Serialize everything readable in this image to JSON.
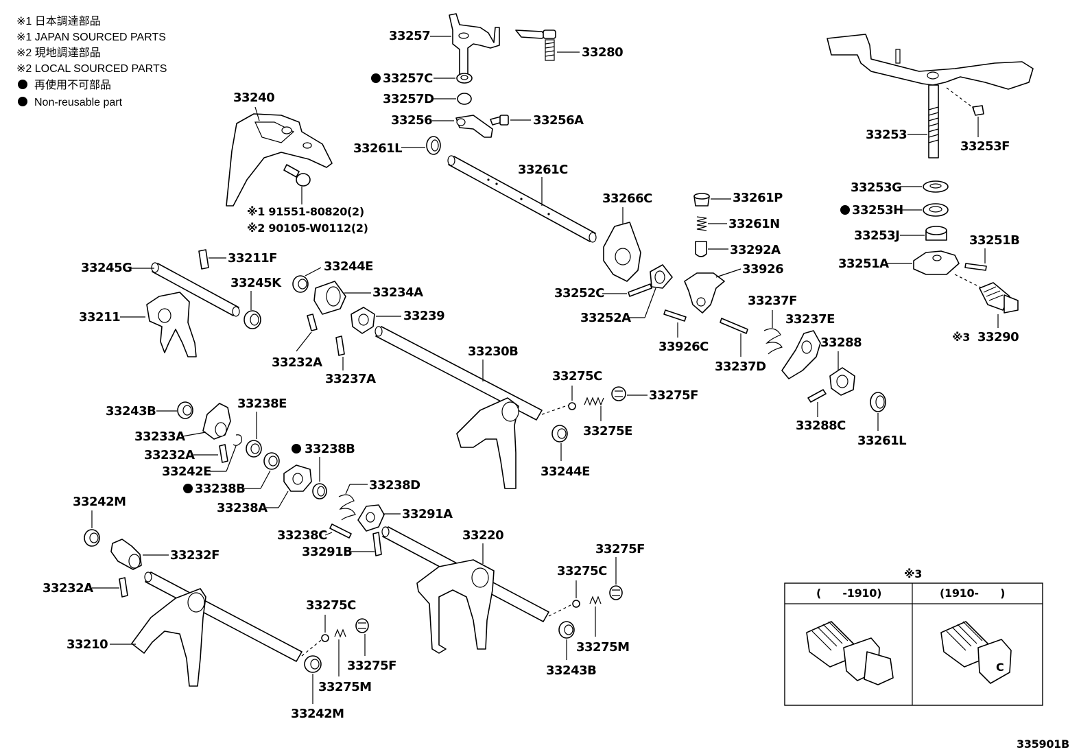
{
  "legend": {
    "line1": "※1 日本調達部品",
    "line2": "※1 JAPAN SOURCED PARTS",
    "line3": "※2 現地調達部品",
    "line4": "※2 LOCAL SOURCED PARTS",
    "line5": "再使用不可部品",
    "line6": "Non-reusable part"
  },
  "labels": {
    "p33257": "33257",
    "p33280": "33280",
    "p33257C": "33257C",
    "p33257D": "33257D",
    "p33256": "33256",
    "p33256A": "33256A",
    "p33261L_top": "33261L",
    "p33261C": "33261C",
    "p33240": "33240",
    "bolt_jp": "※1 91551-80820(2)",
    "bolt_local": "※2 90105-W0112(2)",
    "p33253": "33253",
    "p33253F": "33253F",
    "p33253G": "33253G",
    "p33253H": "33253H",
    "p33253J": "33253J",
    "p33251B": "33251B",
    "p33251A": "33251A",
    "p33290": "33290",
    "p33290_note": "※3",
    "p33266C": "33266C",
    "p33261P": "33261P",
    "p33261N": "33261N",
    "p33292A": "33292A",
    "p33926": "33926",
    "p33252C": "33252C",
    "p33252A": "33252A",
    "p33926C": "33926C",
    "p33237F": "33237F",
    "p33237E": "33237E",
    "p33237D": "33237D",
    "p33288": "33288",
    "p33288C": "33288C",
    "p33261L_right": "33261L",
    "p33245G": "33245G",
    "p33211F": "33211F",
    "p33245K": "33245K",
    "p33211": "33211",
    "p33244E_top": "33244E",
    "p33234A": "33234A",
    "p33239": "33239",
    "p33232A_mid": "33232A",
    "p33237A": "33237A",
    "p33230B": "33230B",
    "p33275C_a": "33275C",
    "p33275F_a": "33275F",
    "p33275E": "33275E",
    "p33244E_bot": "33244E",
    "p33243B_top": "33243B",
    "p33238E": "33238E",
    "p33233A": "33233A",
    "p33232A_left": "33232A",
    "p33242E": "33242E",
    "p33238B_top": "33238B",
    "p33238B_bot": "33238B",
    "p33238D": "33238D",
    "p33238A": "33238A",
    "p33291A": "33291A",
    "p33238C": "33238C",
    "p33291B": "33291B",
    "p33242M_top": "33242M",
    "p33232F": "33232F",
    "p33232A_bot": "33232A",
    "p33210": "33210",
    "p33220": "33220",
    "p33275F_b": "33275F",
    "p33275C_b": "33275C",
    "p33275M_b": "33275M",
    "p33243B_bot": "33243B",
    "p33275C_c": "33275C",
    "p33275F_c": "33275F",
    "p33275M_c": "33275M",
    "p33242M_bot": "33242M"
  },
  "inset": {
    "note": "※3",
    "col_left": "(　　-1910)",
    "col_right": "(1910-　　)",
    "variant_mark": "C"
  },
  "figure_id": "335901B"
}
